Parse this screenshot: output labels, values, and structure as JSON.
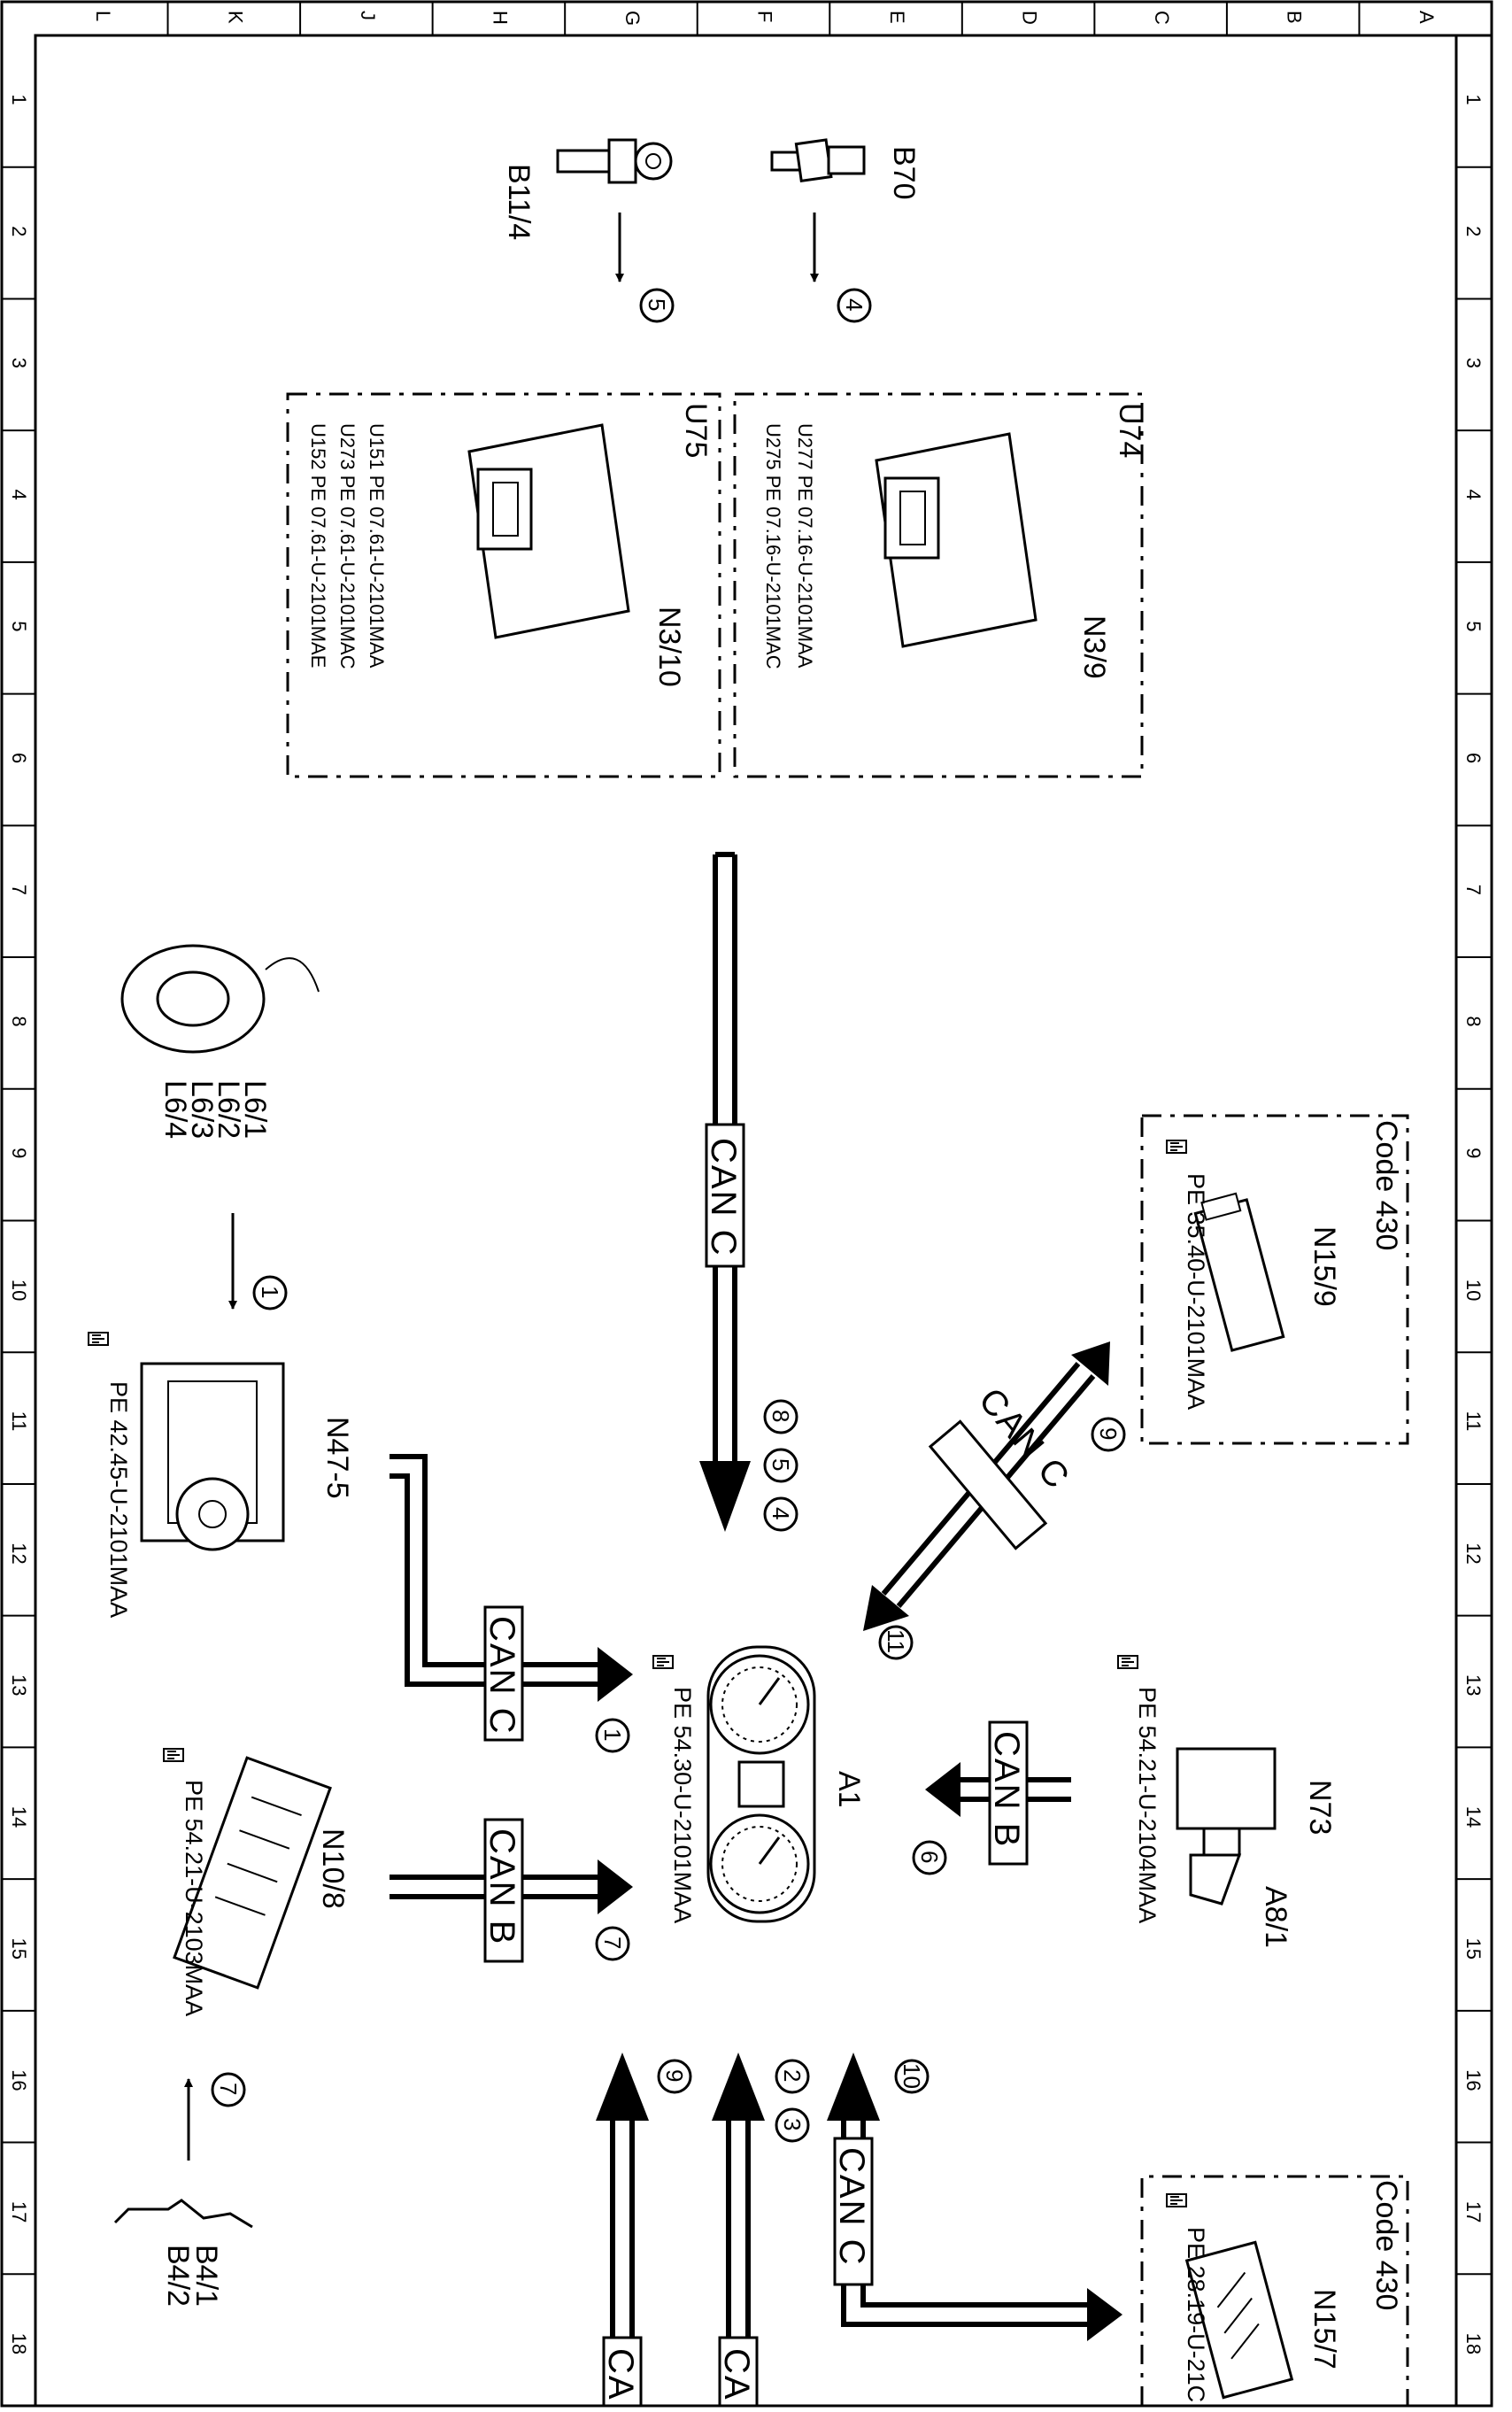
{
  "frame": {
    "column_letters": [
      "L",
      "K",
      "J",
      "H",
      "G",
      "F",
      "E",
      "D",
      "C",
      "B",
      "A"
    ],
    "row_numbers": [
      "1",
      "2",
      "3",
      "4",
      "5",
      "6",
      "7",
      "8",
      "9",
      "10",
      "11",
      "12",
      "13",
      "14",
      "15",
      "16",
      "17",
      "18"
    ]
  },
  "components": {
    "b11_4": "B11/4",
    "b70": "B70",
    "u74": "U74",
    "u75": "U75",
    "n3_9": "N3/9",
    "n3_10": "N3/10",
    "u277_pe": "U277  PE  07.16-U-2101MAA",
    "u275_pe": "U275  PE  07.16-U-2101MAC",
    "u151_pe": "U151  PE  07.61-U-2101MAA",
    "u273_pe": "U273  PE  07.61-U-2101MAC",
    "u152_pe": "U152  PE  07.61-U-2101MAE",
    "l6_1": "L6/1",
    "l6_2": "L6/2",
    "l6_3": "L6/3",
    "l6_4": "L6/4",
    "n47_5": "N47-5",
    "n47_5_pe": "PE  42.45-U-2101MAA",
    "n10_8": "N10/8",
    "n10_8_pe": "PE  54.21-U-2103MAA",
    "b4_1": "B4/1",
    "b4_2": "B4/2",
    "a1": "A1",
    "a1_pe": "PE  54.30-U-2101MAA",
    "n73": "N73",
    "a8_1": "A8/1",
    "n73_pe": "PE  54.21-U-2104MAA",
    "code430_top": "Code  430",
    "n15_9": "N15/9",
    "n15_9_pe": "PE  35.40-U-2101MAA",
    "code430_bottom": "Code  430",
    "n15_7": "N15/7",
    "n15_7_pe": "PE  28.19-U-21C"
  },
  "buses": {
    "can_c_main": "CAN C",
    "can_c_n47": "CAN C",
    "can_b_n10": "CAN B",
    "can_b_n73": "CAN B",
    "can_c_n15_9": "CAN C",
    "can_c_n15_7": "CAN C",
    "can_cut_1": "CA",
    "can_cut_2": "CA"
  },
  "circles": {
    "c5_top": "5",
    "c4_top": "4",
    "c8": "8",
    "c5": "5",
    "c4": "4",
    "c1_l6": "1",
    "c1_n47": "1",
    "c9_n15": "9",
    "c11": "11",
    "c6": "6",
    "c7_n10": "7",
    "c7_b4": "7",
    "c9_bot": "9",
    "c2": "2",
    "c3": "3",
    "c10": "10"
  },
  "icons": [
    "pe-reference-hand-icon",
    "sensor-icon",
    "control-unit-icon",
    "instrument-cluster-icon"
  ]
}
